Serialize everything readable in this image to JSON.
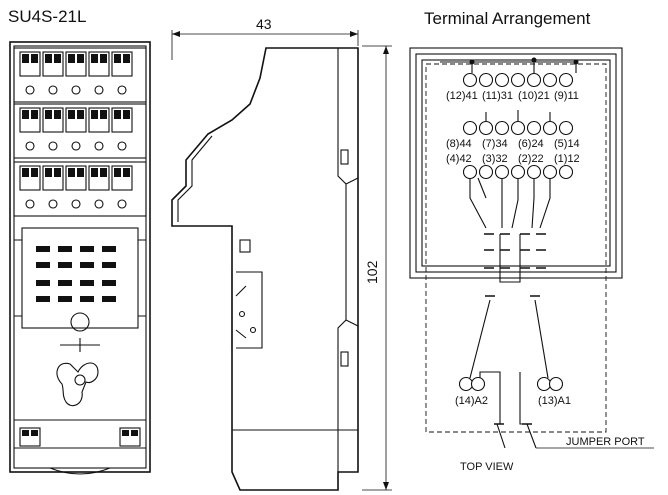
{
  "titles": {
    "model": "SU4S-21L",
    "terminal": "Terminal Arrangement"
  },
  "dimensions": {
    "width": "43",
    "height": "102"
  },
  "terminals": {
    "row1": [
      "(12)41",
      "(11)31",
      "(10)21",
      "(9)11"
    ],
    "row2": [
      "(8)44",
      "(7)34",
      "(6)24",
      "(5)14"
    ],
    "row3": [
      "(4)42",
      "(3)32",
      "(2)22",
      "(1)12"
    ],
    "coil": [
      "(14)A2",
      "(13)A1"
    ]
  },
  "notes": {
    "jumper": "JUMPER PORT",
    "top_view": "TOP VIEW"
  }
}
